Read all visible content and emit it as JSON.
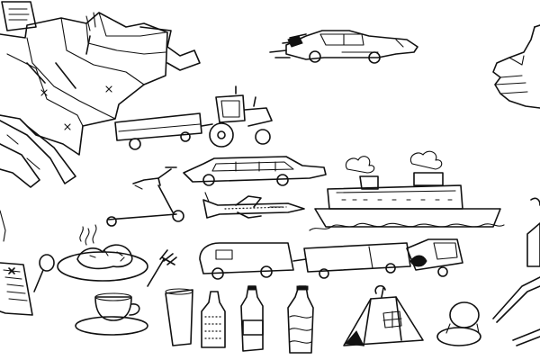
{
  "image": {
    "kind": "ink line drawing",
    "background_color": "#ffffff",
    "ink_color": "#111111"
  },
  "objects": [
    {
      "id": "road-map",
      "icon": "map-icon"
    },
    {
      "id": "speeding-car",
      "icon": "car-icon"
    },
    {
      "id": "thumbs-up",
      "icon": "thumbs-up-icon"
    },
    {
      "id": "tractor-with-trailer",
      "icon": "tractor-icon"
    },
    {
      "id": "kick-scooter",
      "icon": "scooter-icon"
    },
    {
      "id": "limousine",
      "icon": "car-icon"
    },
    {
      "id": "cruise-ship",
      "icon": "ship-icon"
    },
    {
      "id": "airplane",
      "icon": "airplane-icon"
    },
    {
      "id": "hot-meal-plate",
      "icon": "plate-icon"
    },
    {
      "id": "fork",
      "icon": "fork-icon"
    },
    {
      "id": "spoon",
      "icon": "spoon-icon"
    },
    {
      "id": "open-book",
      "icon": "book-icon"
    },
    {
      "id": "truck-with-caravan",
      "icon": "truck-icon"
    },
    {
      "id": "coffee-cup",
      "icon": "cup-icon"
    },
    {
      "id": "drinking-glass",
      "icon": "glass-icon"
    },
    {
      "id": "wine-bottle",
      "icon": "bottle-icon"
    },
    {
      "id": "soda-bottle",
      "icon": "bottle-icon"
    },
    {
      "id": "water-bottle",
      "icon": "bottle-icon"
    },
    {
      "id": "camping-tent",
      "icon": "tent-icon"
    },
    {
      "id": "compact-mirror",
      "icon": "mirror-icon"
    },
    {
      "id": "pocket-knife",
      "icon": "knife-icon"
    }
  ]
}
